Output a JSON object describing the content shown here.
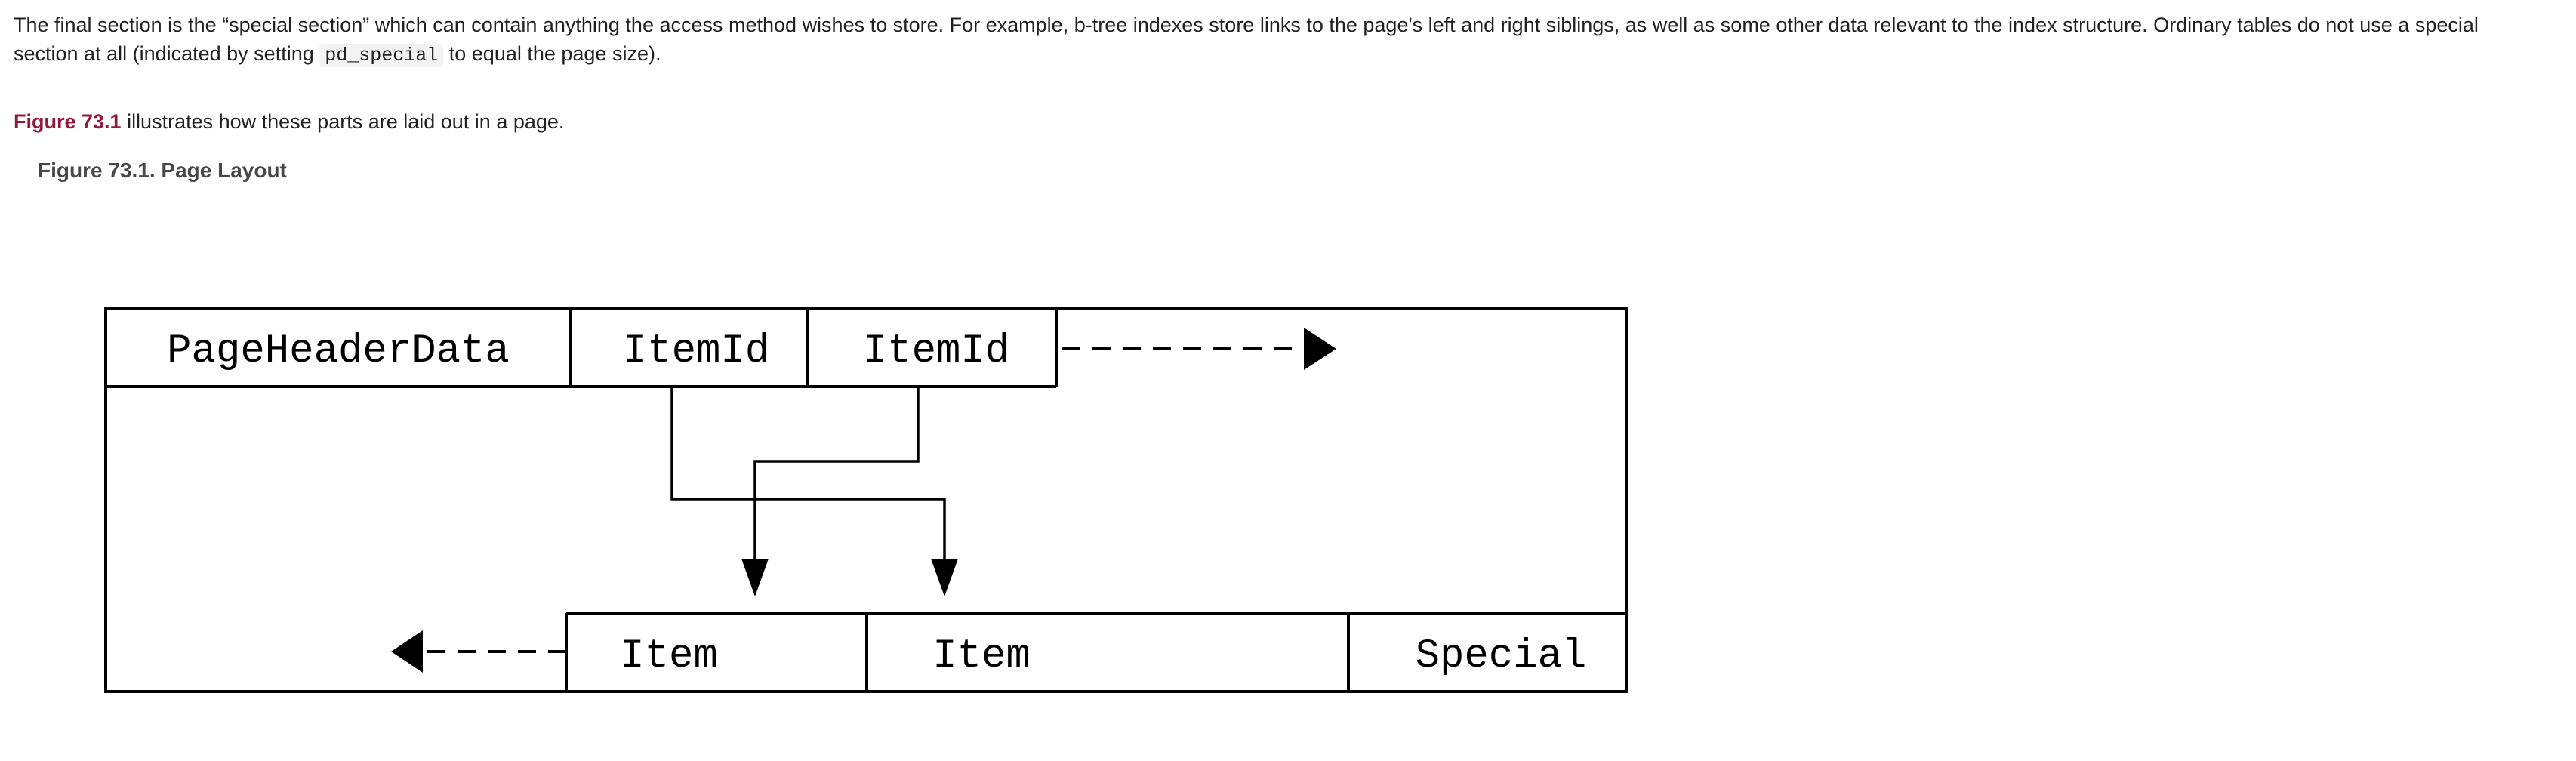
{
  "colors": {
    "background": "#ffffff",
    "body_text": "#212121",
    "link": "#91193c",
    "caption_text": "#484848",
    "code_background": "#f3f3f3",
    "diagram_stroke": "#000000"
  },
  "article": {
    "paragraph_special_section": {
      "text_before_code": "The final section is the “special section” which can contain anything the access method wishes to store. For example, b-tree indexes store links to the page's left and right siblings, as well as some other data relevant to the index structure. Ordinary tables do not use a special section at all (indicated by setting ",
      "inline_code": "pd_special",
      "text_after_code": " to equal the page size)."
    },
    "paragraph_figure_reference": {
      "link_text": "Figure 73.1",
      "text_after_link": " illustrates how these parts are laid out in a page."
    },
    "figure": {
      "caption": "Figure 73.1. Page Layout"
    }
  },
  "diagram": {
    "labels": {
      "page_header": "PageHeaderData",
      "item_id_1": "ItemId",
      "item_id_2": "ItemId",
      "item_1": "Item",
      "item_2": "Item",
      "special": "Special"
    }
  }
}
